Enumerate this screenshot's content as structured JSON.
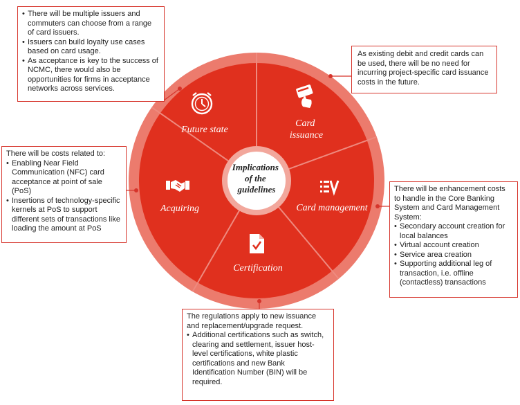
{
  "center": {
    "lines": [
      "Implications",
      "of the",
      "guidelines"
    ]
  },
  "segments": [
    {
      "id": "future-state",
      "label_lines": [
        "Future state"
      ],
      "icon": "clock-icon"
    },
    {
      "id": "card-issuance",
      "label_lines": [
        "Card",
        "issuance"
      ],
      "icon": "card-hand-icon"
    },
    {
      "id": "card-management",
      "label_lines": [
        "Card management"
      ],
      "icon": "list-card-icon"
    },
    {
      "id": "certification",
      "label_lines": [
        "Certification"
      ],
      "icon": "document-check-icon"
    },
    {
      "id": "acquiring",
      "label_lines": [
        "Acquiring"
      ],
      "icon": "handshake-icon"
    }
  ],
  "callouts": {
    "future_state": {
      "items": [
        "There will be multiple issuers and commuters can choose from a range of card issuers.",
        "Issuers can build loyalty use cases based on card usage.",
        "As acceptance is key to the success of NCMC, there would also be opportunities for firms in acceptance networks across services."
      ]
    },
    "card_issuance": {
      "text": "As existing debit and credit cards can be used, there will be no need for incurring project-specific card issuance costs in the future."
    },
    "acquiring": {
      "intro": "There will be costs related to:",
      "items": [
        "Enabling Near Field Communication (NFC) card acceptance at point of sale (PoS)",
        "Insertions of technology-specific kernels at PoS to support different sets of transactions like loading the amount at PoS"
      ]
    },
    "card_management": {
      "intro": "There will be enhancement costs to handle in the Core Banking System and Card Management System:",
      "items": [
        "Secondary account creation for local balances",
        "Virtual account creation",
        "Service area creation",
        "Supporting additional leg of transaction, i.e. offline (contactless) transactions"
      ]
    },
    "certification": {
      "intro": "The regulations apply to new issuance and replacement/upgrade request.",
      "items": [
        "Additional certifications such as switch, clearing and settlement, issuer host-level certifications, white plastic certifications and new Bank Identification Number (BIN) will be required."
      ]
    }
  },
  "colors": {
    "segment_fill": "#e0301e",
    "outer_ring": "#ec7b6d",
    "border": "#d6342b",
    "divider": "#ee8a7f"
  }
}
